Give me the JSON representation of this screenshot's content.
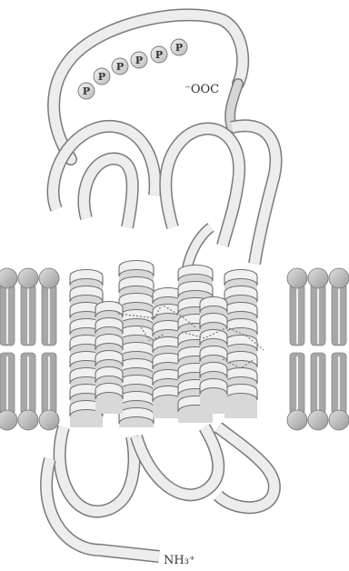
{
  "phospho_sites": [
    "P",
    "P",
    "P",
    "P",
    "P",
    "P"
  ],
  "c_terminus_label": "⁻OOC",
  "n_terminus_label": "NH₃⁺",
  "colors": {
    "ribbon_fill": "#ededed",
    "ribbon_edge": "#7a7a7a",
    "membrane_gray": "#a7a7a7",
    "membrane_head": "#b9b9b9",
    "phospho_fill": "#d9d9d9"
  },
  "helix_count": 7
}
